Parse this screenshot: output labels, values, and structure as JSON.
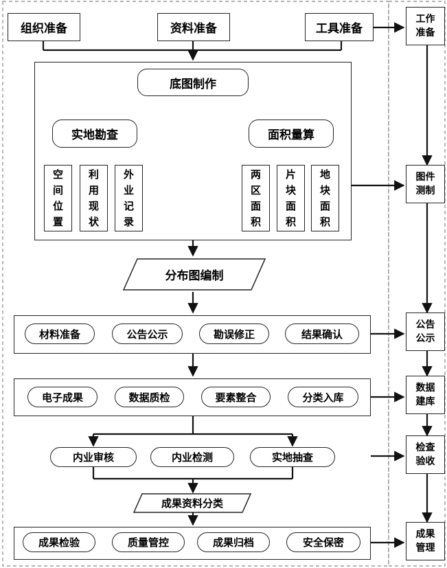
{
  "prep": {
    "org": "组织准备",
    "data": "资料准备",
    "tools": "工具准备"
  },
  "base_map": {
    "title": "底图制作",
    "field_survey": "实地勘查",
    "area_calc": "面积量算",
    "field_items": [
      "空\n间\n位\n置",
      "利\n用\n现\n状",
      "外\n业\n记\n录"
    ],
    "area_items": [
      "两\n区\n面\n积",
      "片\n块\n面\n积",
      "地\n块\n面\n积"
    ]
  },
  "distribution_map": "分布图编制",
  "publicity_steps": [
    "材料准备",
    "公告公示",
    "勘误修正",
    "结果确认"
  ],
  "database_steps": [
    "电子成果",
    "数据质检",
    "要素整合",
    "分类入库"
  ],
  "inspection_steps": [
    "内业审核",
    "内业检测",
    "实地抽查"
  ],
  "classification": "成果资料分类",
  "management_steps": [
    "成果检验",
    "质量管控",
    "成果归档",
    "安全保密"
  ],
  "sidebar": [
    "工作\n准备",
    "图件\n测制",
    "公告\n公示",
    "数据\n建库",
    "检查\n验收",
    "成果\n管理"
  ]
}
